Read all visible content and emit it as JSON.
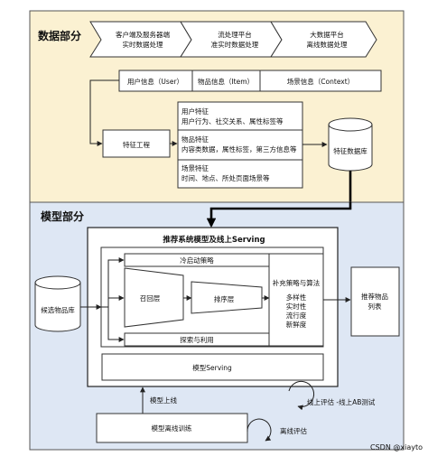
{
  "data_section": {
    "title": "数据部分",
    "sources": [
      {
        "line1": "客户端及服务器端",
        "line2": "实时数据处理"
      },
      {
        "line1": "流处理平台",
        "line2": "准实时数据处理"
      },
      {
        "line1": "大数据平台",
        "line2": "离线数据处理"
      }
    ],
    "info_boxes": [
      "用户信息（User）",
      "物品信息（Item）",
      "场景信息（Context）"
    ],
    "feature_engineering": "特征工程",
    "features": [
      {
        "title": "用户特征",
        "desc": "用户行为、社交关系、属性标签等"
      },
      {
        "title": "物品特征",
        "desc": "内容类数据，属性标签，第三方信息等"
      },
      {
        "title": "场景特征",
        "desc": "时间、地点、所处页面场景等"
      }
    ],
    "feature_db": "特征数据库"
  },
  "model_section": {
    "title": "模型部分",
    "serving_title": "推荐系统模型及线上Serving",
    "cold_start": "冷启动策略",
    "recall": "召回层",
    "rank": "排序层",
    "explore": "探索与利用",
    "supplement": {
      "title": "补充策略与算法",
      "items": [
        "多样性",
        "实时性",
        "流行度",
        "新鲜度"
      ]
    },
    "candidate_db": "候选物品库",
    "output": {
      "line1": "推荐物品",
      "line2": "列表"
    },
    "model_serving": "模型Serving",
    "model_online": "模型上线",
    "offline_training": "模型离线训练",
    "online_eval": "线上评估 -线上AB测试",
    "offline_eval": "离线评估"
  },
  "watermark": "CSDN @xiayto",
  "colors": {
    "data_bg": "#fbf1d2",
    "model_bg": "#dee7f4",
    "box_fill": "#ffffff",
    "stroke": "#222222"
  }
}
